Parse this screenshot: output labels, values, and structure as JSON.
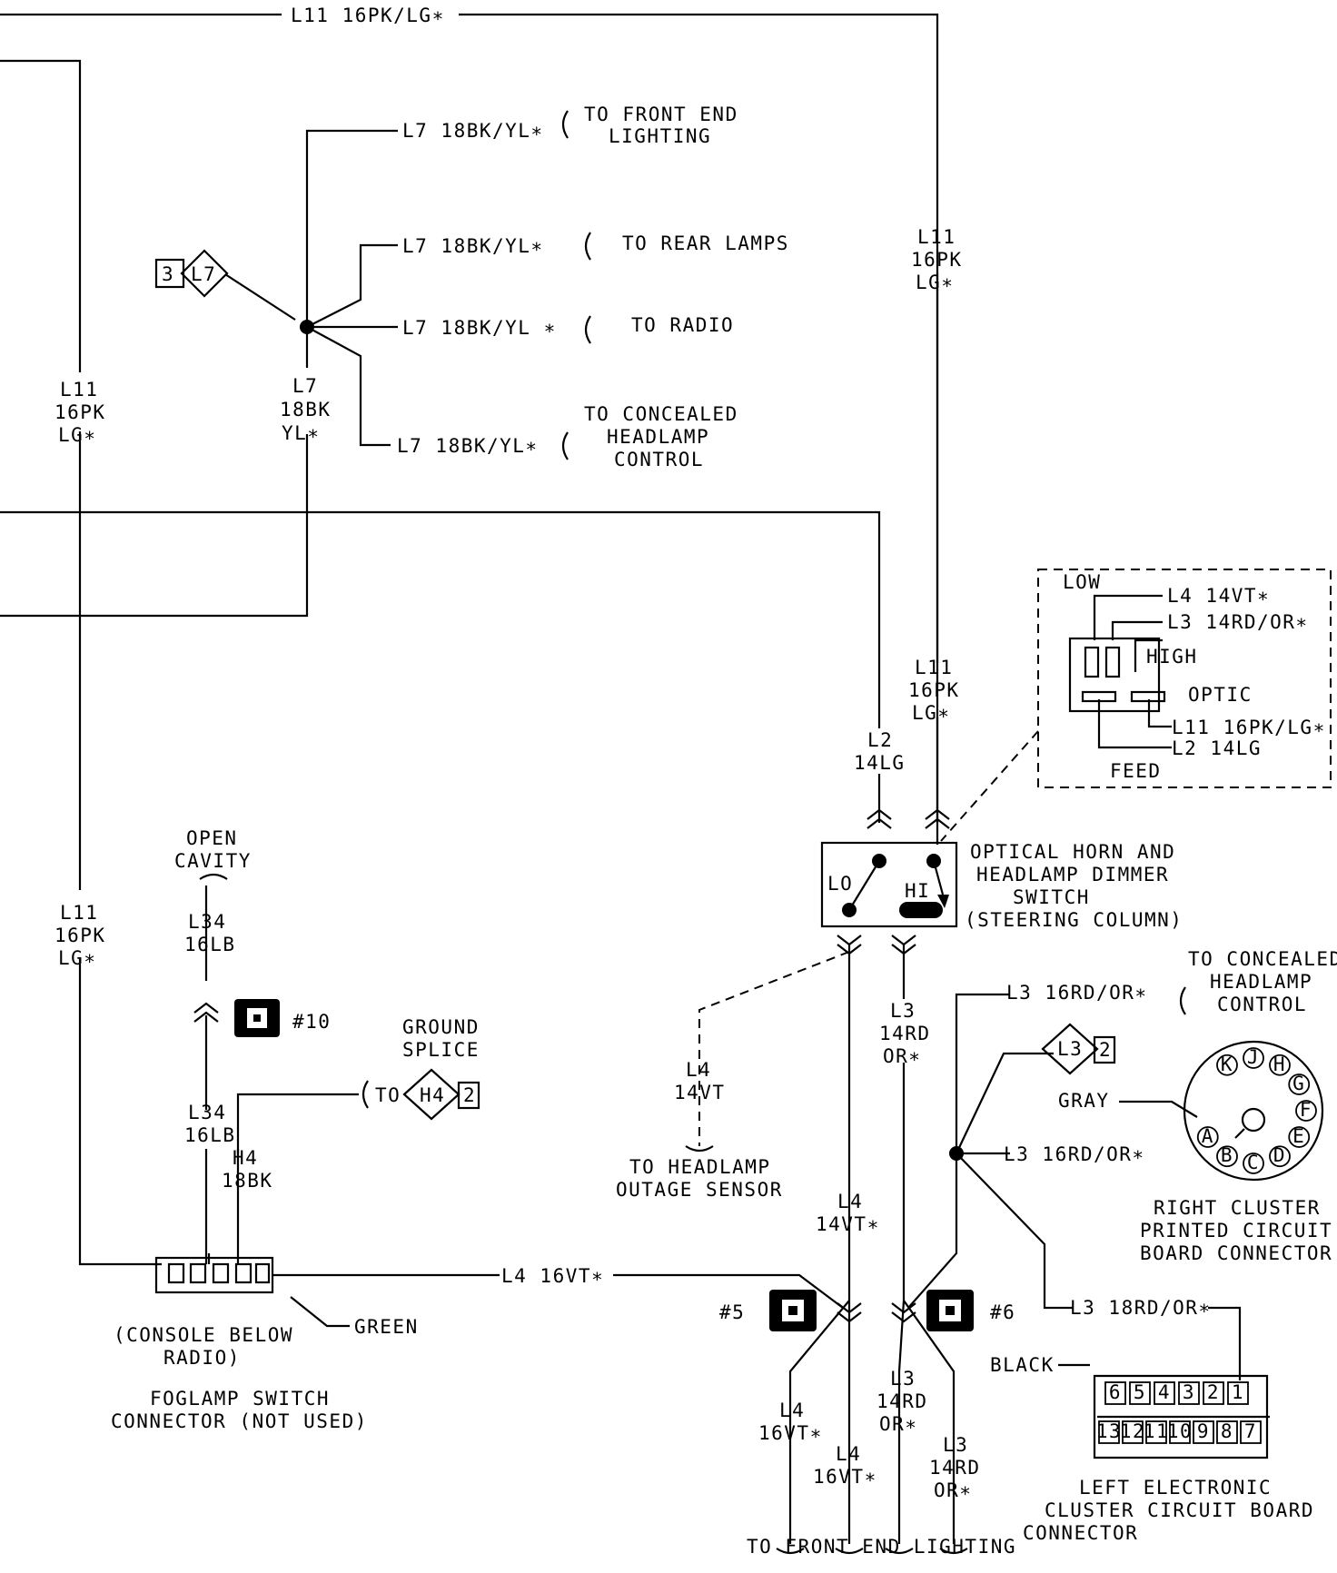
{
  "labels": {
    "top_l11": "L11  16PK/LG∗",
    "l7_front": "L7  18BK/YL∗",
    "to_front_end_1": "TO FRONT END",
    "to_front_end_2": "LIGHTING",
    "l7_rear": "L7  18BK/YL∗",
    "to_rear_lamps": "TO REAR LAMPS",
    "l7_radio": "L7  18BK/YL ∗",
    "to_radio": "TO RADIO",
    "l7_conc": "L7  18BK/YL∗",
    "to_conc_1": "TO CONCEALED",
    "to_conc_2": "HEADLAMP",
    "to_conc_3": "CONTROL",
    "splice_l7_num": "3",
    "splice_l7_id": "L7",
    "l7_vert_1": "L7",
    "l7_vert_2": "18BK",
    "l7_vert_3": "YL∗",
    "l11_left_1": "L11",
    "l11_left_2": "16PK",
    "l11_left_3": "LG∗",
    "l11_left_b1": "L11",
    "l11_left_b2": "16PK",
    "l11_left_b3": "LG∗",
    "l11_right_1": "L11",
    "l11_right_2": "16PK",
    "l11_right_3": "LG∗",
    "l11_right_b1": "L11",
    "l11_right_b2": "16PK",
    "l11_right_b3": "LG∗",
    "l2_1": "L2",
    "l2_2": "14LG",
    "inset_low": "LOW",
    "inset_l4": "L4  14VT∗",
    "inset_l3": "L3  14RD/OR∗",
    "inset_high": "HIGH",
    "inset_optic": "OPTIC",
    "inset_l11": "L11  16PK/LG∗",
    "inset_l2": "L2  14LG",
    "inset_feed": "FEED",
    "switch_lo": "LO",
    "switch_hi": "HI",
    "switch_1": "OPTICAL HORN AND",
    "switch_2": "HEADLAMP DIMMER",
    "switch_3": "SWITCH",
    "switch_4": "(STEERING COLUMN)",
    "open_cavity_1": "OPEN",
    "open_cavity_2": "CAVITY",
    "l34_1": "L34",
    "l34_2": "16LB",
    "l34_b1": "L34",
    "l34_b2": "16LB",
    "h4_1": "H4",
    "h4_2": "18BK",
    "conn10": "#10",
    "ground_1": "GROUND",
    "ground_2": "SPLICE",
    "to_h4": "TO",
    "splice_h4_id": "H4",
    "splice_h4_num": "2",
    "l4_sensor_1": "L4",
    "l4_sensor_2": "14VT",
    "to_sensor_1": "TO HEADLAMP",
    "to_sensor_2": "OUTAGE SENSOR",
    "l3_mid_1": "L3",
    "l3_mid_2": "14RD",
    "l3_mid_3": "OR∗",
    "l4_mid_1": "L4",
    "l4_mid_2": "14VT∗",
    "l3_conc": "L3  16RD/OR∗",
    "to_conc_r1": "TO CONCEALED",
    "to_conc_r2": "HEADLAMP",
    "to_conc_r3": "CONTROL",
    "splice_l3_id": "L3",
    "splice_l3_num": "2",
    "gray": "GRAY",
    "l3_splice": "L3  16RD/OR∗",
    "right_cluster_1": "RIGHT CLUSTER",
    "right_cluster_2": "PRINTED CIRCUIT",
    "right_cluster_3": "BOARD CONNECTOR",
    "l4_16vt": "L4  16VT∗",
    "conn5": "#5",
    "conn6": "#6",
    "l3_18rd": "L3  18RD/OR∗",
    "black": "BLACK",
    "green": "GREEN",
    "console_1": "(CONSOLE BELOW",
    "console_2": "RADIO)",
    "foglamp_1": "FOGLAMP SWITCH",
    "foglamp_2": "CONNECTOR (NOT USED)",
    "b_l4a_1": "L4",
    "b_l4a_2": "16VT∗",
    "b_l4b_1": "L4",
    "b_l4b_2": "16VT∗",
    "b_l3a_1": "L3",
    "b_l3a_2": "14RD",
    "b_l3a_3": "OR∗",
    "b_l3b_1": "L3",
    "b_l3b_2": "14RD",
    "b_l3b_3": "OR∗",
    "to_front_end_bottom": "TO FRONT END LIGHTING",
    "left_cluster_1": "LEFT ELECTRONIC",
    "left_cluster_2": "CLUSTER CIRCUIT BOARD",
    "left_cluster_3": "CONNECTOR"
  },
  "right_connector_pins": [
    "K",
    "J",
    "H",
    "G",
    "F",
    "E",
    "D",
    "C",
    "B",
    "A"
  ],
  "left_connector_pins_top": [
    "6",
    "5",
    "4",
    "3",
    "2",
    "1"
  ],
  "left_connector_pins_bottom": [
    "13",
    "12",
    "11",
    "10",
    "9",
    "8",
    "7"
  ]
}
